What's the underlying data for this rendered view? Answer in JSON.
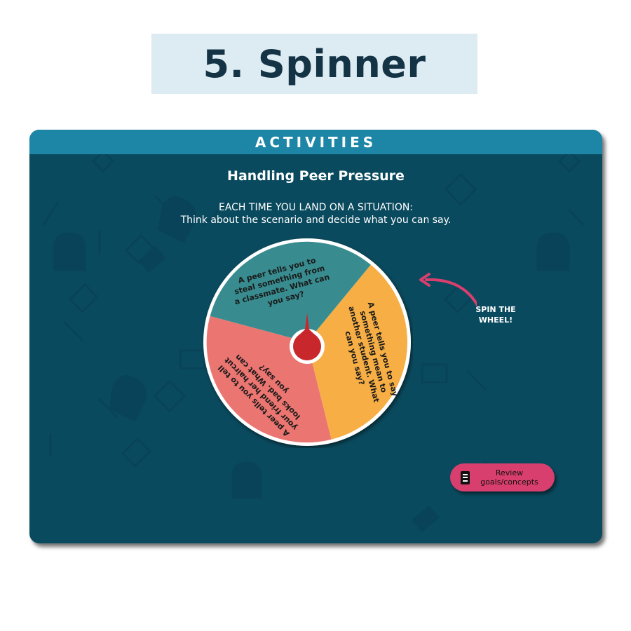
{
  "page_title": "5. Spinner",
  "card": {
    "header": "ACTIVITIES",
    "subtitle": "Handling Peer Pressure",
    "instruction_line1": "EACH TIME YOU LAND ON A SITUATION:",
    "instruction_line2": "Think about the scenario and decide what you can say."
  },
  "wheel": {
    "segments": [
      {
        "text": "A peer tells you to steal something from a classmate. What can you say?",
        "color": "#388c8f"
      },
      {
        "text": "A peer tells you to say something mean to another student. What can you say?",
        "color": "#f6ae45"
      },
      {
        "text": "A peer tells you to tell your friend her haircut looks bad. What can you say?",
        "color": "#ea7571"
      }
    ],
    "pointer_color": "#c8272c",
    "rim_color": "#ffffff"
  },
  "spin_hint": {
    "line1": "SPIN THE",
    "line2": "WHEEL!",
    "arrow_color": "#d93f6e"
  },
  "review_button": {
    "line1": "Review",
    "line2": "goals/concepts",
    "icon": "document-icon",
    "color": "#d93f6e"
  },
  "colors": {
    "title_bg": "#ddebf3",
    "title_text": "#143446",
    "card_bg": "#0a4a5e",
    "header_bg": "#1d86a6"
  }
}
